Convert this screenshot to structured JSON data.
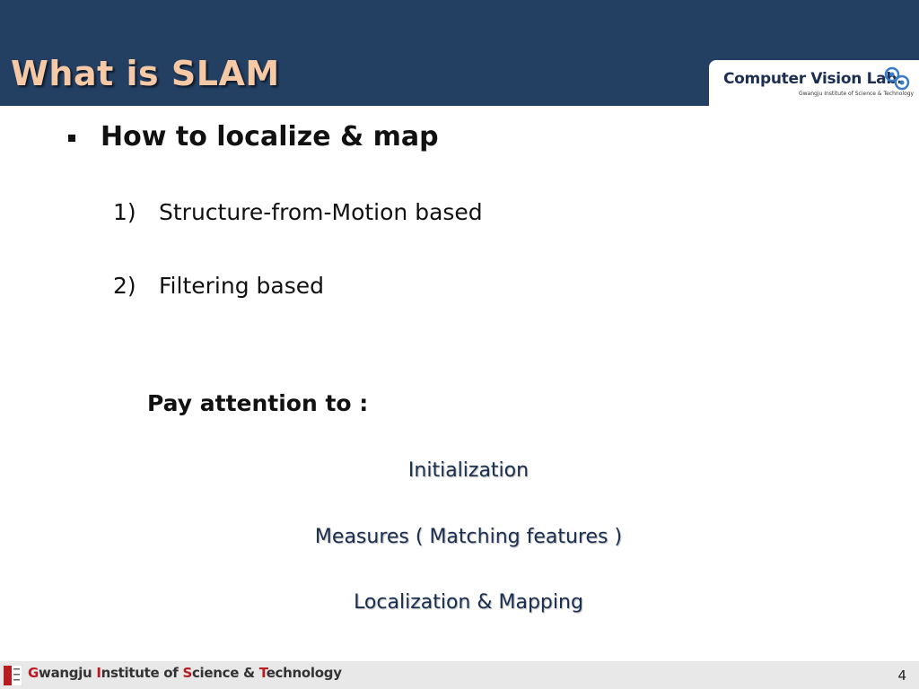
{
  "slide": {
    "title": "What is SLAM",
    "logo": {
      "text": "Computer Vision Lab.",
      "subtitle": "Gwangju Institute of Science & Technology"
    },
    "bullet": "How to localize & map",
    "numbered_items": [
      {
        "marker": "1)",
        "text": "Structure-from-Motion based"
      },
      {
        "marker": "2)",
        "text": "Filtering based"
      }
    ],
    "attention_heading": "Pay attention to :",
    "focus_items": [
      "Initialization",
      "Measures ( Matching features )",
      "Localization & Mapping"
    ],
    "footer": {
      "institute_parts": [
        "G",
        "wangju ",
        "I",
        "nstitute of ",
        "S",
        "cience & ",
        "T",
        "echnology"
      ],
      "page_number": "4"
    }
  },
  "colors": {
    "header_bg": "#233f62",
    "title_text": "#f6c9a6",
    "footer_bg": "#e8e8e8",
    "footer_accent": "#b81b22"
  }
}
